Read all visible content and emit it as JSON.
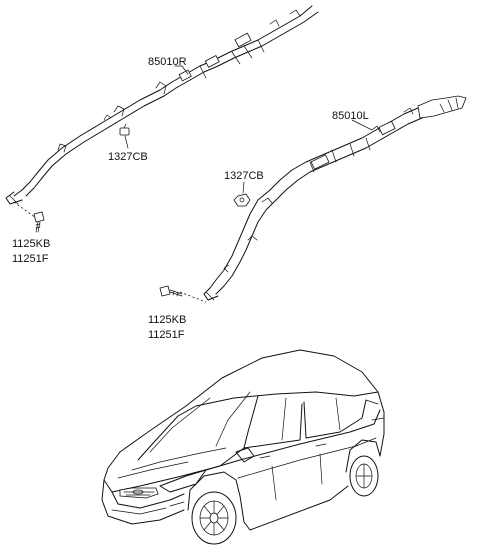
{
  "parts": {
    "airbag_right": "85010R",
    "clip_right": "1327CB",
    "bolt_right_a": "1125KB",
    "bolt_right_b": "11251F",
    "airbag_left": "85010L",
    "clip_left": "1327CB",
    "bolt_left_a": "1125KB",
    "bolt_left_b": "11251F"
  }
}
